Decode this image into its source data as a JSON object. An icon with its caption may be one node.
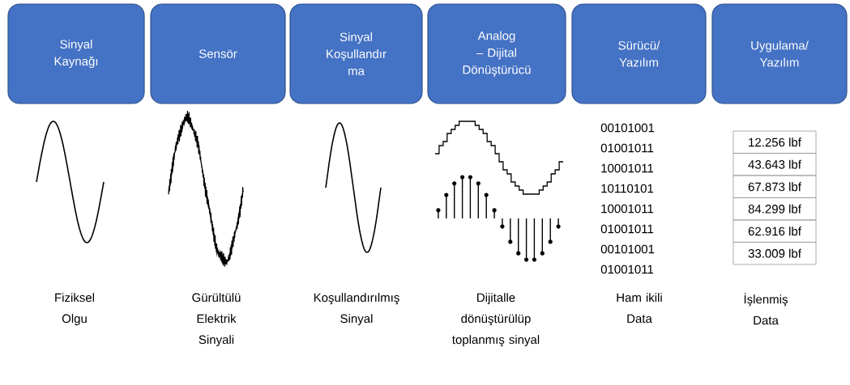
{
  "diagram": {
    "nodes": [
      {
        "text": [
          "Sinyal Kaynağı"
        ]
      },
      {
        "text": [
          "Sensör"
        ]
      },
      {
        "text": [
          "Sinyal Koşullandır ma"
        ]
      },
      {
        "text": [
          "Analog – Dijital Dönüştürücü"
        ]
      },
      {
        "text": [
          "Sürücü/ Yazılım"
        ]
      },
      {
        "text": [
          "Uygulama/ Yazılım"
        ]
      }
    ],
    "labels": [
      "00101001",
      "01001011",
      "10001011",
      "10110101",
      "10001011",
      "01001011",
      "00101001",
      "01001011",
      "12.256 lbf",
      "43.643 lbf",
      "67.873 lbf",
      "84.299 lbf",
      "62.916 lbf",
      "33.009 lbf",
      "Fiziksel Olgu",
      "Gürültülü Elektrik Sinyali",
      "Koşullandırılmış Sinyal",
      "Dijitalle dönüştürülüp toplanmış sinyal",
      "Ham ikili Data",
      "İşlenmiş Data"
    ]
  }
}
